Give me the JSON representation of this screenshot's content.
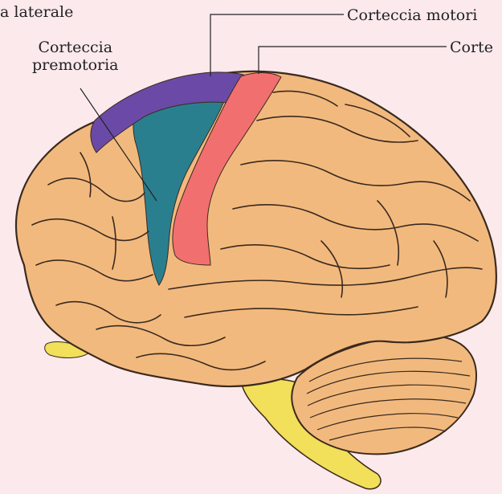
{
  "labels": {
    "lateral_view": "a laterale",
    "motor_cortex": "Corteccia motori",
    "somatosensory_cortex": "Corte",
    "premotor_line1": "Corteccia",
    "premotor_line2": "premotoria"
  },
  "colors": {
    "background": "#fbe9ec",
    "brain": "#f2b97e",
    "sulci": "#3a2a1e",
    "premotor_area": "#2a7f8f",
    "motor_area": "#6a4aa6",
    "somatosensory_area": "#f26f6f",
    "brainstem": "#f2df5a"
  }
}
